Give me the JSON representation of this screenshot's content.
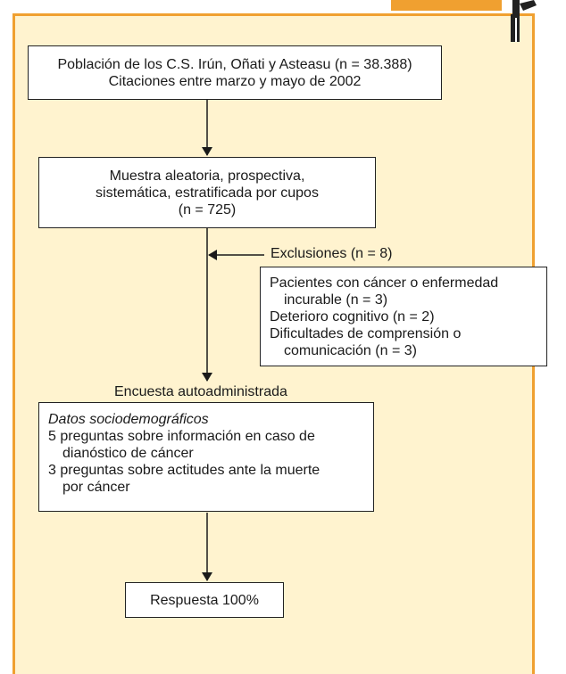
{
  "poblacion": {
    "line1": "Población de los C.S. Irún, Oñati y Asteasu (n = 38.388)",
    "line2": "Citaciones entre marzo y mayo de 2002"
  },
  "muestra": {
    "line1": "Muestra aleatoria, prospectiva,",
    "line2": "sistemática, estratificada por cupos",
    "line3": "(n = 725)"
  },
  "exclusiones": {
    "title": "Exclusiones (n = 8)",
    "items": [
      {
        "l1": "Pacientes con cáncer o enfermedad",
        "l2": "incurable (n = 3)"
      },
      {
        "l1": "Deterioro cognitivo (n = 2)"
      },
      {
        "l1": "Dificultades de comprensión o",
        "l2": "comunicación (n = 3)"
      }
    ]
  },
  "encuesta": {
    "title": "Encuesta autoadministrada",
    "datos": "Datos sociodemográficos",
    "q1_l1": "5 preguntas sobre información en caso de",
    "q1_l2": "dianóstico de cáncer",
    "q2_l1": "3 preguntas sobre actitudes ante la muerte",
    "q2_l2": "por cáncer"
  },
  "respuesta": "Respuesta 100%",
  "colors": {
    "background": "#fff3cf",
    "border": "#f0a030"
  }
}
